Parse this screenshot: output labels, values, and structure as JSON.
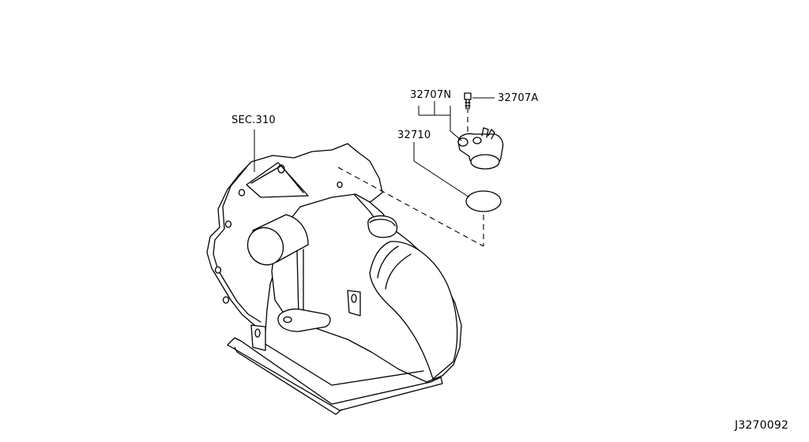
{
  "labels": {
    "section_ref": "SEC.310",
    "part_harness": "32707N",
    "part_bolt": "32707A",
    "part_sensor": "32710",
    "diagram_code": "J3270092"
  }
}
